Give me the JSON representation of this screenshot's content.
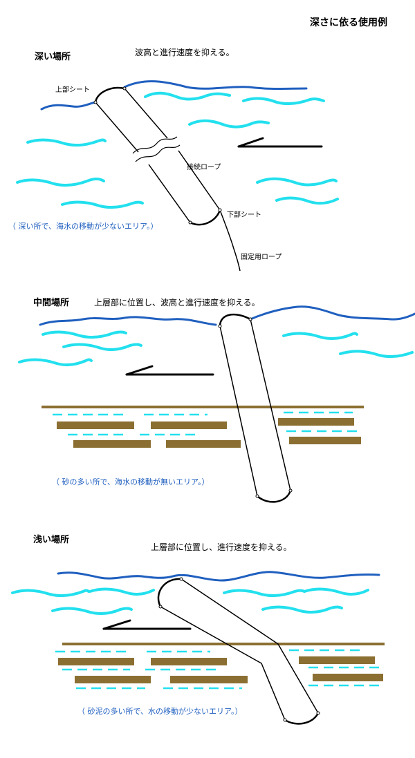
{
  "page_title": "深さに依る使用例",
  "colors": {
    "water_surface": "#1f5fbf",
    "wave": "#23e0ee",
    "sediment": "#8b6f32",
    "note_text": "#1f5fbf",
    "ink": "#000000"
  },
  "sections": [
    {
      "heading": "深い場所",
      "description": "波高と進行速度を抑える。",
      "note": "（ 深い所で、海水の移動が少ないエリア。）",
      "labels": {
        "top_sheet": "上部シート",
        "connect_rope": "接続ロープ",
        "bottom_sheet": "下部シート",
        "anchor_rope": "固定用ロープ"
      }
    },
    {
      "heading": "中間場所",
      "description": "上層部に位置し、波高と進行速度を抑える。",
      "note": "（ 砂の多い所で、海水の移動が無いエリア。）"
    },
    {
      "heading": "浅い場所",
      "description": "上層部に位置し、進行速度を抑える。",
      "note": "（ 砂泥の多い所で、水の移動が少ないエリア。）"
    }
  ]
}
